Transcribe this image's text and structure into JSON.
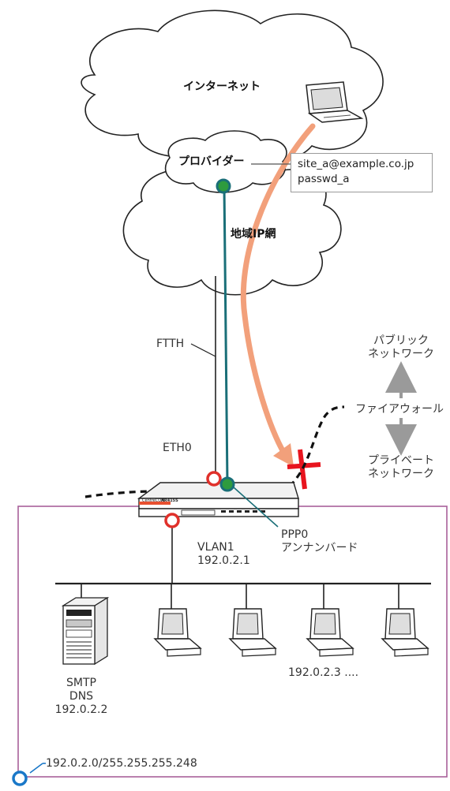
{
  "clouds": {
    "internet": "インターネット",
    "provider": "プロバイダー",
    "regional": "地域IP網"
  },
  "credentials": {
    "user": "site_a@example.co.jp",
    "password": "passwd_a"
  },
  "links": {
    "ftth": "FTTH",
    "eth0": "ETH0",
    "ppp0": "PPP0",
    "unnumbered": "アンナンバード"
  },
  "firewall": {
    "public_line1": "パブリック",
    "public_line2": "ネットワーク",
    "label": "ファイアウォール",
    "private_line1": "プライベート",
    "private_line2": "ネットワーク"
  },
  "router": {
    "brand": "CentreCOM",
    "model": "AR415S"
  },
  "vlan": {
    "name": "VLAN1",
    "ip": "192.0.2.1"
  },
  "server": {
    "line1": "SMTP",
    "line2": "DNS",
    "line3": "192.0.2.2"
  },
  "hosts": {
    "label": "192.0.2.3 ...."
  },
  "lan": {
    "subnet": "192.0.2.0/255.255.255.248"
  },
  "colors": {
    "ppp_link": "#1a6f78",
    "node_green": "#2e9b3e",
    "node_red": "#e0302a",
    "arrow_orange": "#f2a07b",
    "block_red": "#e8141e",
    "lan_border": "#a8609a",
    "node_blue": "#1a78c8",
    "gray_arrow": "#9a9a9a"
  }
}
